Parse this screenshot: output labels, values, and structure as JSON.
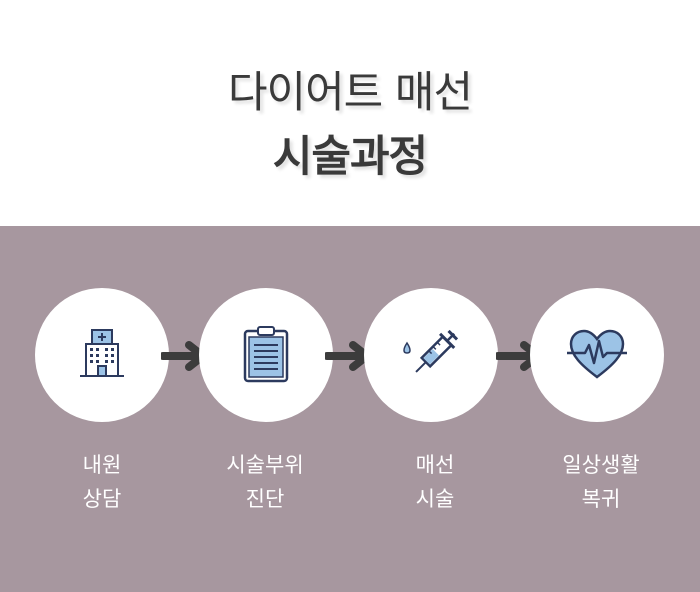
{
  "title": {
    "line1": "다이어트 매선",
    "line2": "시술과정"
  },
  "colors": {
    "panel": "#a7979f",
    "icon_navy": "#2c3a5e",
    "icon_blue": "#9cc3e6",
    "arrow": "#3c3c3c"
  },
  "steps": [
    {
      "icon": "hospital-icon",
      "line1": "내원",
      "line2": "상담"
    },
    {
      "icon": "clipboard-icon",
      "line1": "시술부위",
      "line2": "진단"
    },
    {
      "icon": "syringe-icon",
      "line1": "매선",
      "line2": "시술"
    },
    {
      "icon": "heartbeat-icon",
      "line1": "일상생활",
      "line2": "복귀"
    }
  ]
}
